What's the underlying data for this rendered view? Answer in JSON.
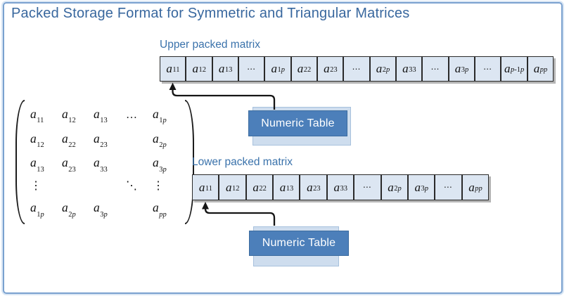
{
  "title": "Packed Storage Format for Symmetric and Triangular Matrices",
  "upper_section": {
    "label": "Upper packed matrix",
    "numeric_table_label": "Numeric Table",
    "cells": [
      {
        "b": "a",
        "s": "11"
      },
      {
        "b": "a",
        "s": "12"
      },
      {
        "b": "a",
        "s": "13"
      },
      {
        "dots": true
      },
      {
        "b": "a",
        "s": "1p"
      },
      {
        "b": "a",
        "s": "22"
      },
      {
        "b": "a",
        "s": "23"
      },
      {
        "dots": true
      },
      {
        "b": "a",
        "s": "2p"
      },
      {
        "b": "a",
        "s": "33"
      },
      {
        "dots": true
      },
      {
        "b": "a",
        "s": "3p"
      },
      {
        "dots": true
      },
      {
        "b": "a",
        "s": "p-1p"
      },
      {
        "b": "a",
        "s": "pp"
      }
    ]
  },
  "lower_section": {
    "label": "Lower packed matrix",
    "numeric_table_label": "Numeric Table",
    "cells": [
      {
        "b": "a",
        "s": "11"
      },
      {
        "b": "a",
        "s": "12"
      },
      {
        "b": "a",
        "s": "22"
      },
      {
        "b": "a",
        "s": "13"
      },
      {
        "b": "a",
        "s": "23"
      },
      {
        "b": "a",
        "s": "33"
      },
      {
        "dots": true
      },
      {
        "b": "a",
        "s": "2p"
      },
      {
        "b": "a",
        "s": "3p"
      },
      {
        "dots": true
      },
      {
        "b": "a",
        "s": "pp"
      }
    ]
  },
  "matrix": {
    "rows": [
      [
        {
          "b": "a",
          "s": "11"
        },
        {
          "b": "a",
          "s": "12"
        },
        {
          "b": "a",
          "s": "13"
        },
        {
          "t": "…"
        },
        {
          "b": "a",
          "s": "1p"
        }
      ],
      [
        {
          "b": "a",
          "s": "12"
        },
        {
          "b": "a",
          "s": "22"
        },
        {
          "b": "a",
          "s": "23"
        },
        {
          "t": ""
        },
        {
          "b": "a",
          "s": "2p"
        }
      ],
      [
        {
          "b": "a",
          "s": "13"
        },
        {
          "b": "a",
          "s": "23"
        },
        {
          "b": "a",
          "s": "33"
        },
        {
          "t": ""
        },
        {
          "b": "a",
          "s": "3p"
        }
      ],
      [
        {
          "t": "⋮"
        },
        {
          "t": ""
        },
        {
          "t": ""
        },
        {
          "t": "⋱"
        },
        {
          "t": "⋮"
        }
      ],
      [
        {
          "b": "a",
          "s": "1p"
        },
        {
          "b": "a",
          "s": "2p"
        },
        {
          "b": "a",
          "s": "3p"
        },
        {
          "t": ""
        },
        {
          "b": "a",
          "s": "pp"
        }
      ]
    ]
  },
  "colors": {
    "accent_blue": "#4c7fba",
    "light_blue_fill": "#ccdcee",
    "cell_fill": "#dce6f2",
    "frame_border": "#7aa1cf",
    "title_text": "#38679e",
    "label_text": "#3a72ab",
    "arrow": "#151515"
  }
}
